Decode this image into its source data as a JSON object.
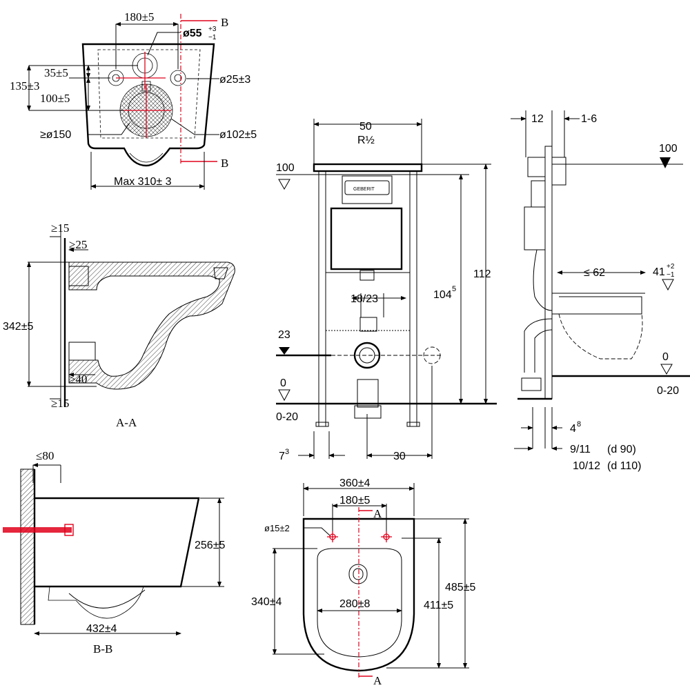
{
  "top_view": {
    "width_spacing": "180±5",
    "inlet_dia_base": "ø55",
    "inlet_dia_plus": "+3",
    "inlet_dia_minus": "−1",
    "section_b_top": "B",
    "section_b_bottom": "B",
    "dim_35": "35±5",
    "dim_135": "135±3",
    "dim_100": "100±5",
    "hole_dia": "ø25±3",
    "outlet_min": "≥ø150",
    "outlet_dia": "ø102±5",
    "max_width": "Max 310± 3"
  },
  "section_aa": {
    "min15_top": "≥15",
    "min25": "≥25",
    "height": "342±5",
    "min40": "≥40",
    "min15_bottom": "≥15",
    "caption": "A-A"
  },
  "section_bb": {
    "max80": "≤80",
    "height": "256±5",
    "length": "432±4",
    "caption": "B-B"
  },
  "frame_front": {
    "width": "50",
    "thread": "R½",
    "level_100": "100",
    "level_23": "23",
    "level_0": "0",
    "level_0_20": "0-20",
    "spacing": "18/23",
    "height_112": "112",
    "height_104": "104",
    "height_104_sup": "5",
    "offset_7": "7",
    "offset_7_sup": "3",
    "offset_30": "30",
    "brand": "GEBERIT"
  },
  "frame_side": {
    "depth_12": "12",
    "wall_1_6": "1-6",
    "level_100": "100",
    "max62": "≤ 62",
    "level_41": "41",
    "level_41_plus": "+2",
    "level_41_minus": "−1",
    "level_0": "0",
    "level_0_20": "0-20",
    "dim_4": "4",
    "dim_4_sup": "8",
    "dim_9_11": "9/11",
    "d90": "(d 90)",
    "dim_10_12": "10/12",
    "d110": "(d 110)"
  },
  "bottom_view": {
    "width": "360±4",
    "spacing": "180±5",
    "section_a_top": "A",
    "section_a_bottom": "A",
    "hole_dia": "ø15±2",
    "depth_340": "340±4",
    "width_280": "280±8",
    "depth_411": "411±5",
    "length_485": "485±5"
  }
}
